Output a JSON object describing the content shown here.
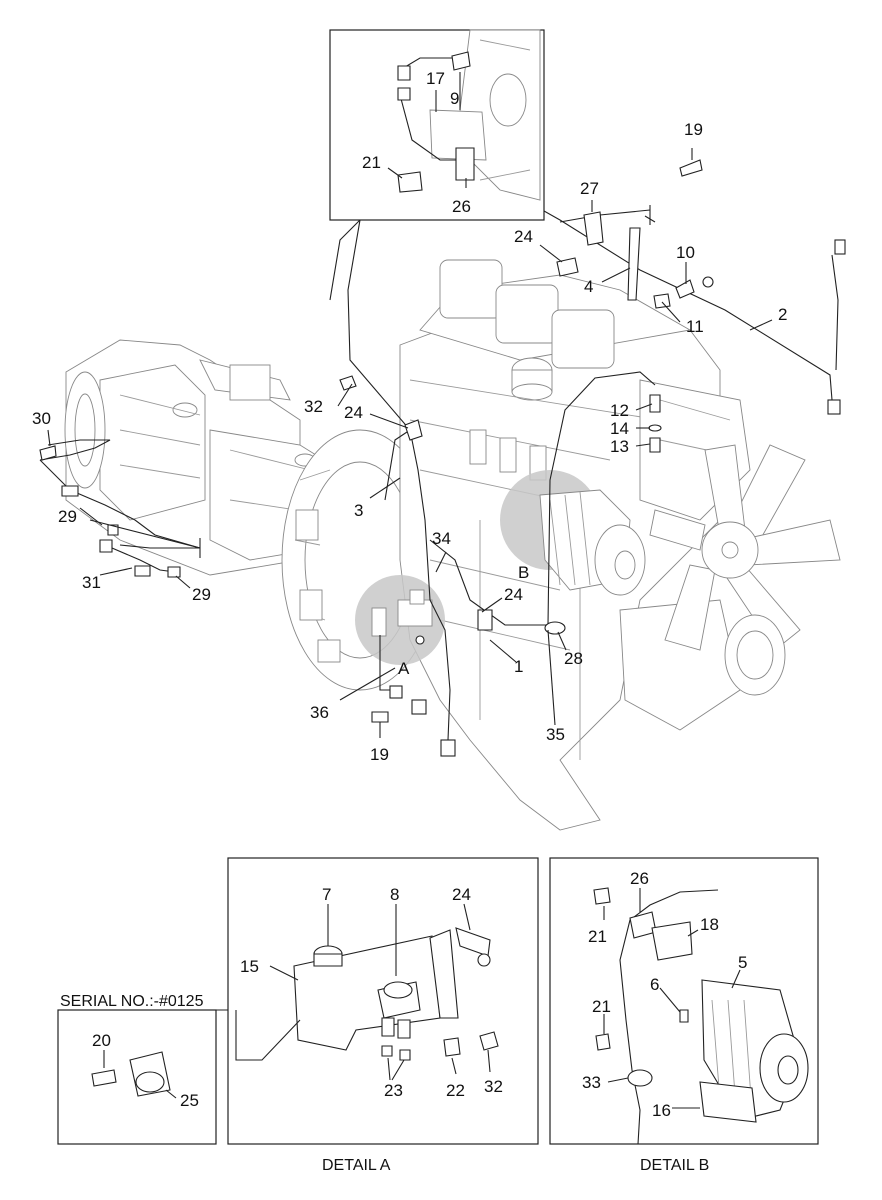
{
  "diagram": {
    "callouts": {
      "c1": "1",
      "c2": "2",
      "c3": "3",
      "c4": "4",
      "c9": "9",
      "c10": "10",
      "c11": "11",
      "c12": "12",
      "c13": "13",
      "c14": "14",
      "c17": "17",
      "c19a": "19",
      "c19b": "19",
      "c21a": "21",
      "c24a": "24",
      "c24b": "24",
      "c24c": "24",
      "c26a": "26",
      "c27": "27",
      "c28": "28",
      "c29a": "29",
      "c29b": "29",
      "c30": "30",
      "c31": "31",
      "c32a": "32",
      "c34": "34",
      "c35": "35",
      "c36": "36",
      "markA": "A",
      "markB": "B"
    },
    "serial_note": {
      "text": "SERIAL NO.:-#0125",
      "c20": "20",
      "c25": "25"
    },
    "detail_a": {
      "caption": "DETAIL A",
      "c7": "7",
      "c8": "8",
      "c15": "15",
      "c22": "22",
      "c23": "23",
      "c24": "24",
      "c32": "32"
    },
    "detail_b": {
      "caption": "DETAIL B",
      "c5": "5",
      "c6": "6",
      "c16": "16",
      "c18": "18",
      "c21a": "21",
      "c21b": "21",
      "c26": "26",
      "c33": "33"
    }
  }
}
